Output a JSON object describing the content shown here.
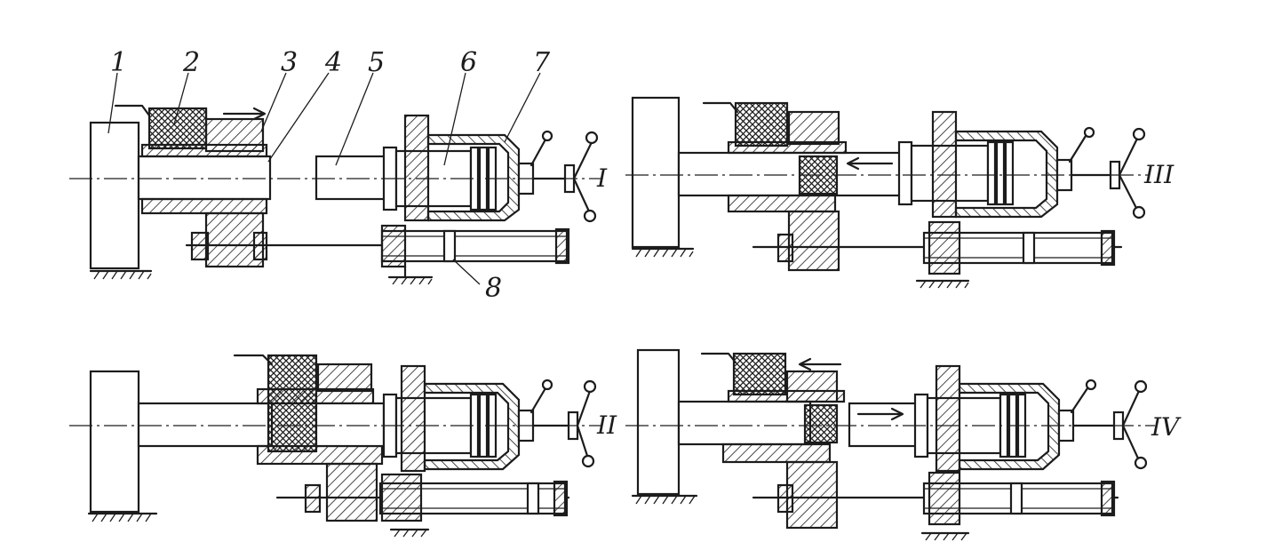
{
  "part_labels": [
    "1",
    "2",
    "3",
    "4",
    "5",
    "6",
    "7",
    "8"
  ],
  "panel_labels": [
    "I",
    "II",
    "III",
    "IV"
  ]
}
